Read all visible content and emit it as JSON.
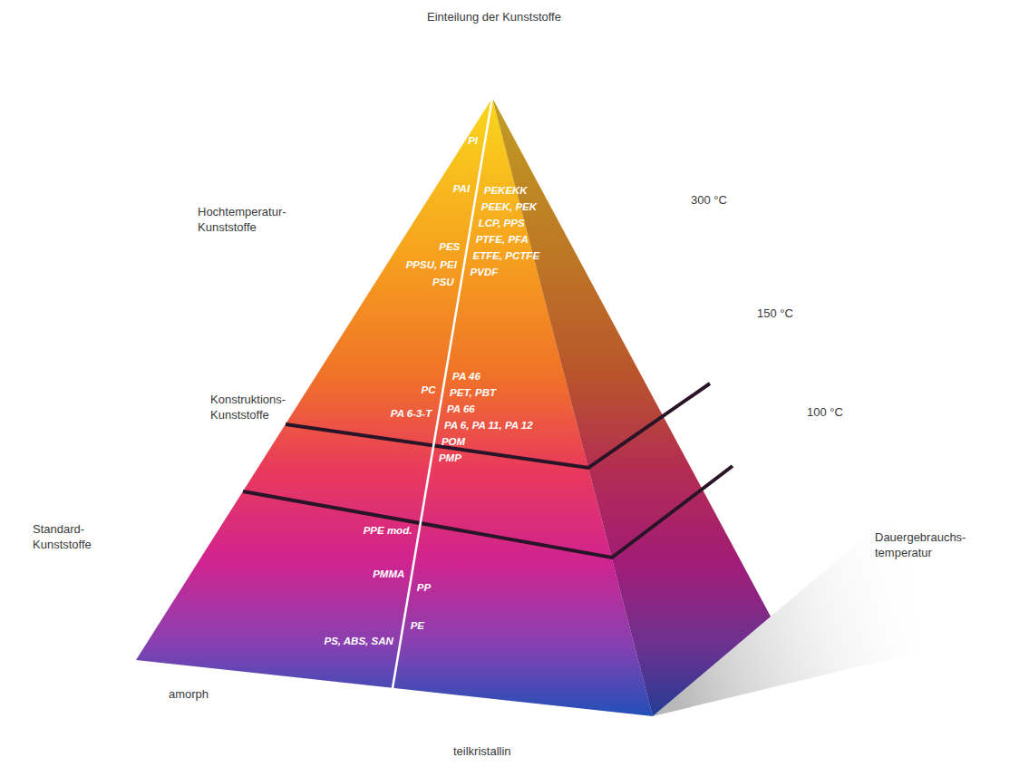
{
  "diagram": {
    "title": "Einteilung der Kunststoffe",
    "nodes": [
      {
        "text": [
          "Hochtemperatur- Kunststoffe",
          "PI",
          "PAI",
          "PES",
          "PPSU, PEI",
          "PSU",
          "PEKEKK",
          "PEEK, PEK",
          "LCP, PPS",
          "PTFE, PFA",
          "ETFE, PCTFE",
          "PVDF"
        ]
      },
      {
        "text": [
          "Konstruktions- Kunststoffe",
          "PC",
          "PA 6-3-T",
          "PA 46",
          "PET, PBT",
          "PA 66",
          "PA 6, PA 11, PA 12",
          "POM",
          "PMP"
        ]
      },
      {
        "text": [
          "Standard- Kunststoffe",
          "PPE mod.",
          "PMMA",
          "PS, ABS, SAN",
          "PP",
          "PE"
        ]
      }
    ],
    "labels": [
      "300 °C",
      "150 °C",
      "100 °C",
      "Dauergebrauchs- temperatur",
      "amorph",
      "teilkristallin"
    ]
  }
}
